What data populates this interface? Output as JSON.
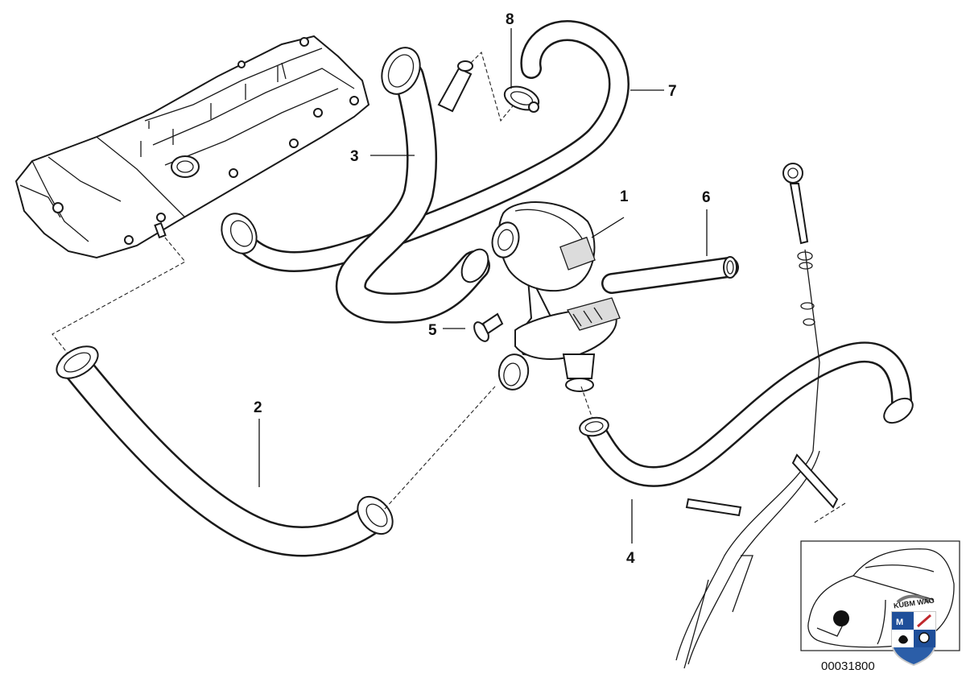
{
  "diagram": {
    "callouts": [
      {
        "id": "1",
        "text": "1"
      },
      {
        "id": "2",
        "text": "2"
      },
      {
        "id": "3",
        "text": "3"
      },
      {
        "id": "4",
        "text": "4"
      },
      {
        "id": "5",
        "text": "5"
      },
      {
        "id": "6",
        "text": "6"
      },
      {
        "id": "7",
        "text": "7"
      },
      {
        "id": "8",
        "text": "8"
      }
    ],
    "part_number": "00031800",
    "watermark": "KUBM WAG"
  },
  "colors": {
    "line": "#1a1a1a",
    "background": "#ffffff",
    "watermark_blue": "#1f4f9a",
    "watermark_red": "#c0282d"
  },
  "icons": [
    "valve-cover-drawing",
    "car-locator-icon",
    "watermark-logo"
  ]
}
